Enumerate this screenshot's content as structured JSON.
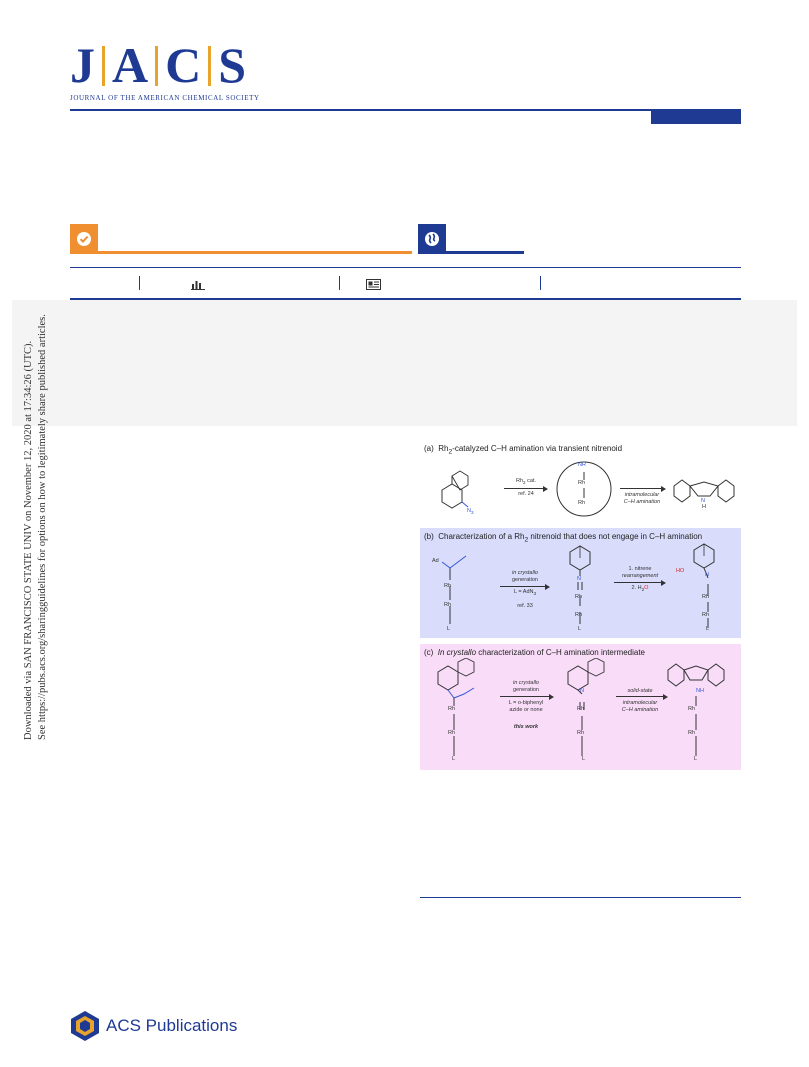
{
  "journal": {
    "letters": [
      "J",
      "A",
      "C",
      "S"
    ],
    "subtitle": "JOURNAL OF THE AMERICAN CHEMICAL SOCIETY"
  },
  "colors": {
    "brand_blue": "#1f3a93",
    "accent_gold": "#e8a32a",
    "open_access_orange": "#ef8f2f",
    "panel_b_bg": "#d9dcfb",
    "panel_c_bg": "#f9dcf8"
  },
  "icons": {
    "open_access_badge": "check-circle-icon",
    "supporting_info_badge": "globe-icon",
    "metrics": "bar-chart-icon",
    "article_recommendations": "article-icon"
  },
  "watermark": {
    "line1": "Downloaded via SAN FRANCISCO STATE UNIV on November 12, 2020 at 17:34:26 (UTC).",
    "line2": "See https://pubs.acs.org/sharingguidelines for options on how to legitimately share published articles."
  },
  "figure": {
    "panel_a": {
      "label": "(a)",
      "title_pre": "Rh",
      "title_sub": "2",
      "title_post": "-catalyzed C–H amination via transient nitrenoid",
      "reagent_sub": "N",
      "reagent_sub_index": "3",
      "catalyst_pre": "Rh",
      "catalyst_sub": "2",
      "catalyst_post": " cat.",
      "ref": "ref. 24",
      "step_line1": "intramolecular",
      "step_line2": "C–H amination",
      "intermediate_top": "NR",
      "rh": "Rh",
      "product_nh": "H",
      "product_n": "N"
    },
    "panel_b": {
      "label": "(b)",
      "title_pre": "Characterization of a Rh",
      "title_sub": "2",
      "title_post": " nitrenoid that does not engage in C–H amination",
      "azide": "Ad",
      "step1_line1": "in crystallo",
      "step1_line2": "generation",
      "ligand_pre": "L = AdN",
      "ligand_sub": "3",
      "ref": "ref. 33",
      "step2_line1": "1. nitrene",
      "step2_line2": "rearrangement",
      "step2_line3_pre": "2. H",
      "step2_line3_sub": "2",
      "step2_line3_o": "O",
      "ho": "HO",
      "n": "N",
      "rh": "Rh",
      "l": "L"
    },
    "panel_c": {
      "label": "(c)",
      "title_italic": "In crystallo",
      "title_post": " characterization of C–H amination intermediate",
      "step1_line1": "in crystallo",
      "step1_line2": "generation",
      "ligand_line1": "L = o-biphenyl",
      "ligand_line2": "azide or none",
      "this_work": "this work",
      "step2_line1": "solid-state",
      "step2_line2": "intramolecular",
      "step2_line3": "C–H amination",
      "nh": "NH",
      "n": "N",
      "rh": "Rh",
      "l": "L"
    }
  },
  "publisher": {
    "name": "ACS Publications"
  }
}
